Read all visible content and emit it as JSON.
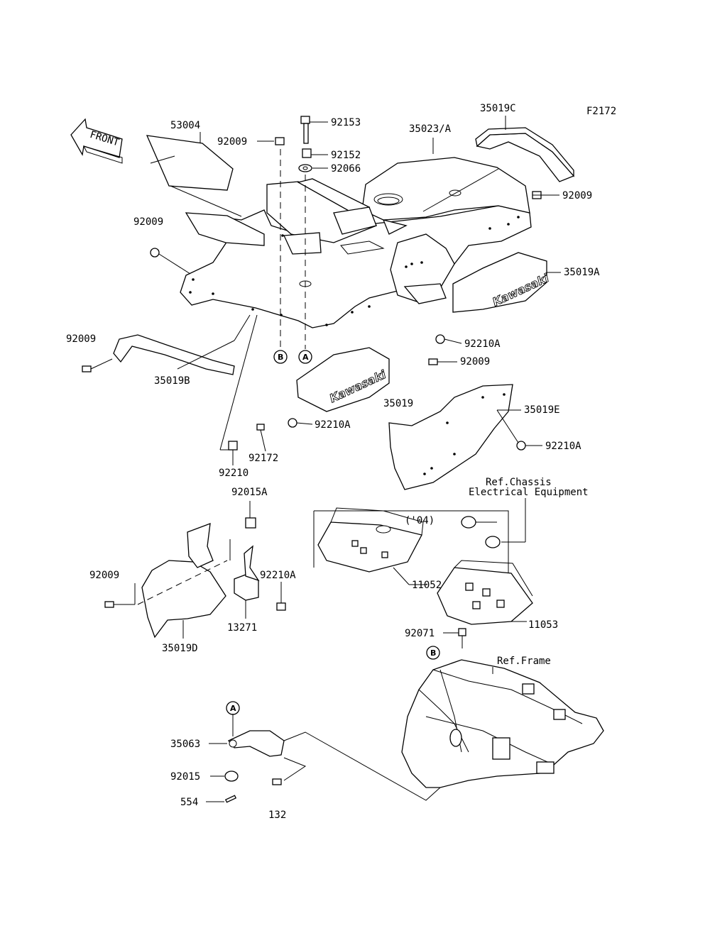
{
  "diagram_code": "F2172",
  "front_arrow": "FRONT",
  "brand": "Kawasaki",
  "page_number": "132",
  "labels": {
    "p53004": "53004",
    "p92153": "92153",
    "p92009_top": "92009",
    "p92152": "92152",
    "p92066": "92066",
    "p35023A": "35023/A",
    "p35019C": "35019C",
    "p92009_rt": "92009",
    "p92009_left": "92009",
    "p35019A": "35019A",
    "p92210A_1": "92210A",
    "p92009_mid": "92009",
    "p92009_b": "92009",
    "p35019B": "35019B",
    "p35019": "35019",
    "p35019E": "35019E",
    "p92210A_2": "92210A",
    "p92210A_3": "92210A",
    "p92172": "92172",
    "p92210": "92210",
    "p92015A": "92015A",
    "p92009_d": "92009",
    "p92210A_4": "92210A",
    "p13271": "13271",
    "p35019D": "35019D",
    "p11052": "11052",
    "p04": "('04)",
    "ref_chassis_1": "Ref.Chassis",
    "ref_chassis_2": "Electrical Equipment",
    "p11053": "11053",
    "p92071": "92071",
    "ref_frame": "Ref.Frame",
    "p35063": "35063",
    "p92015": "92015",
    "p554": "554"
  },
  "callouts": {
    "a": "A",
    "b": "B"
  }
}
